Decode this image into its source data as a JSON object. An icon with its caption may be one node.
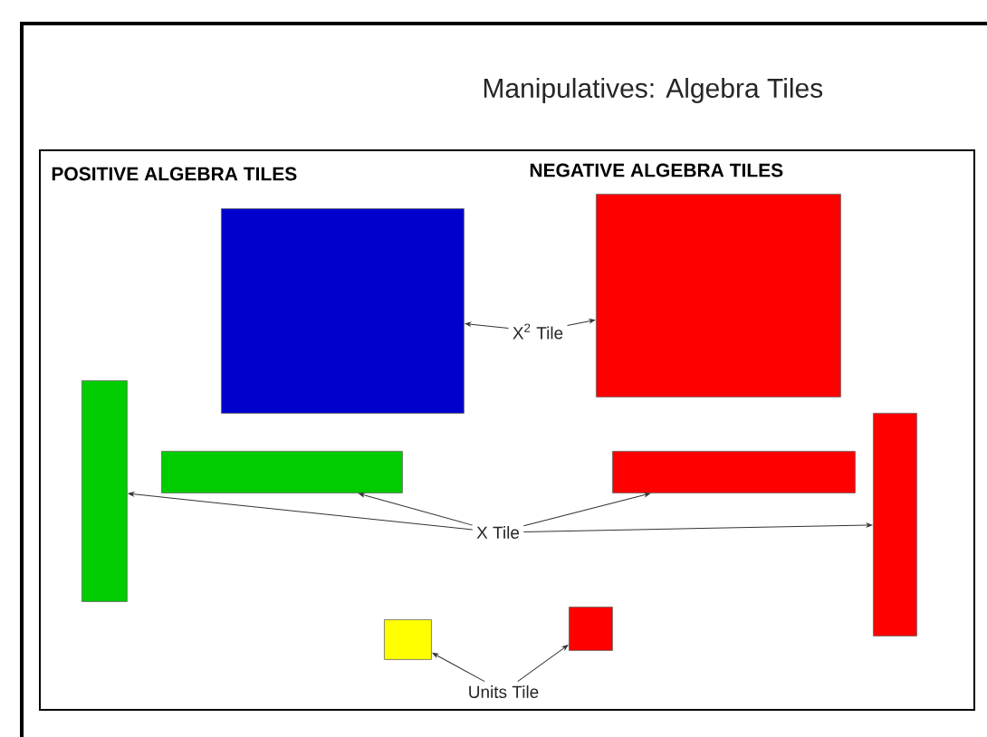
{
  "diagram": {
    "title": "Manipulatives:  Algebra Tiles",
    "nodes": [
      {
        "text": [],
        "shape": "box"
      },
      {
        "text": [],
        "shape": "box"
      },
      {
        "text": [
          "X$^{2}$ Tile"
        ]
      },
      {
        "text": [],
        "shape": "box"
      },
      {
        "text": [],
        "shape": "box"
      },
      {
        "text": [],
        "shape": "box"
      },
      {
        "text": [],
        "shape": "box"
      },
      {
        "text": [
          "X Tile"
        ]
      },
      {
        "text": [],
        "shape": "box"
      },
      {
        "text": [],
        "shape": "box"
      },
      {
        "text": [
          "Units Tile"
        ]
      }
    ],
    "edges": [
      {
        "from": 2,
        "to": 0,
        "arrow": "to"
      },
      {
        "from": 2,
        "to": 1,
        "arrow": "to"
      },
      {
        "from": 7,
        "to": 4,
        "arrow": "to"
      },
      {
        "from": 7,
        "to": 5,
        "arrow": "to"
      },
      {
        "from": 7,
        "to": 3,
        "arrow": "to"
      },
      {
        "from": 7,
        "to": 6,
        "arrow": "to"
      },
      {
        "from": 10,
        "to": 8,
        "arrow": "to"
      },
      {
        "from": 10,
        "to": 9,
        "arrow": "to"
      }
    ],
    "labels": [
      "POSITIVE ALGEBRA TILES",
      "NEGATIVE ALGEBRA TILES"
    ]
  }
}
